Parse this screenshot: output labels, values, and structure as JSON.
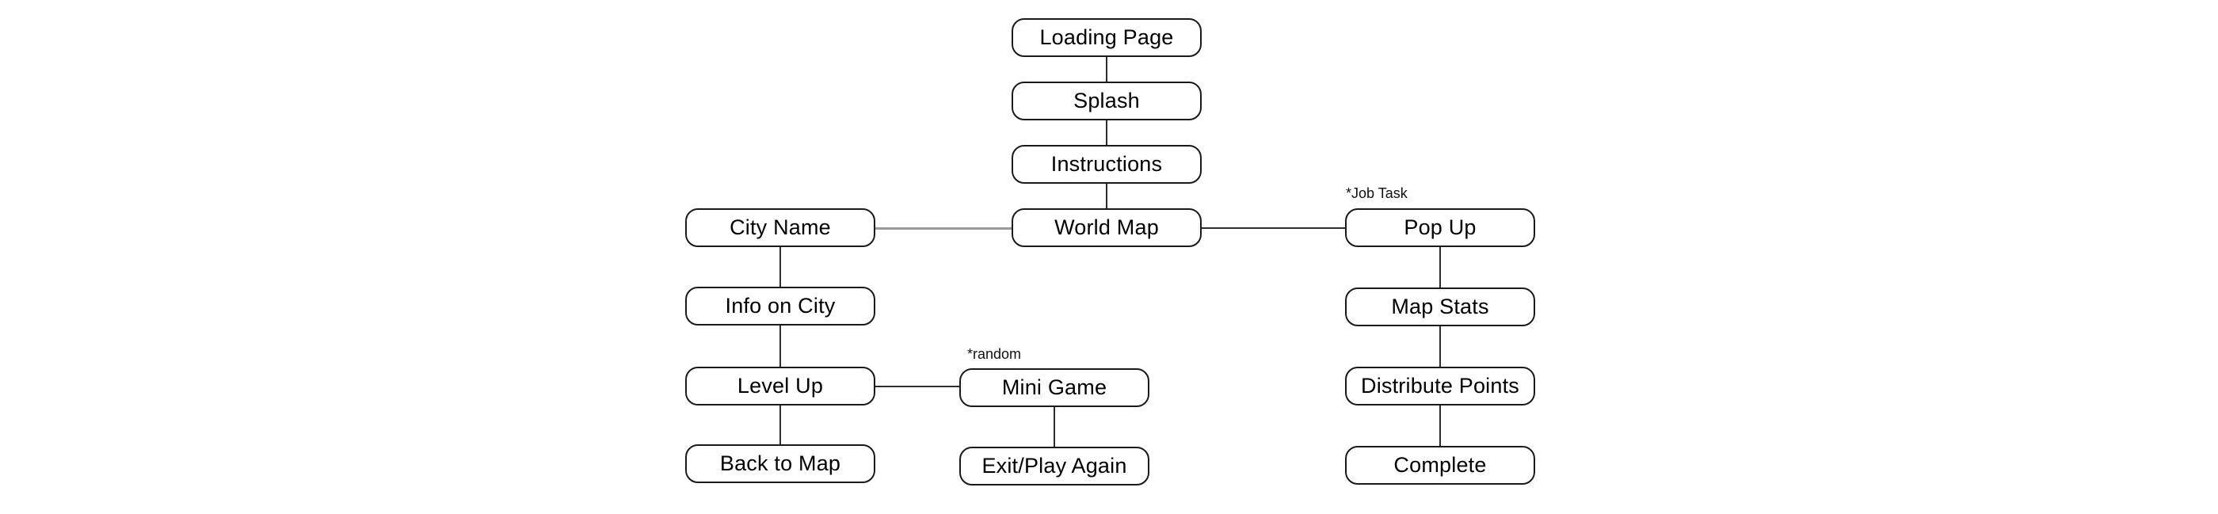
{
  "diagram": {
    "type": "flowchart",
    "colors": {
      "background": "#ffffff",
      "node_fill": "#ffffff",
      "node_border": "#1a1a1a",
      "node_text": "#000000",
      "connector": "#2e2e2e",
      "connector_light": "#999999"
    },
    "nodes": {
      "loading_page": {
        "label": "Loading Page"
      },
      "splash": {
        "label": "Splash"
      },
      "instructions": {
        "label": "Instructions"
      },
      "world_map": {
        "label": "World Map"
      },
      "city_name": {
        "label": "City Name"
      },
      "info_on_city": {
        "label": "Info on City"
      },
      "level_up": {
        "label": "Level Up"
      },
      "back_to_map": {
        "label": "Back to Map"
      },
      "mini_game": {
        "label": "Mini Game"
      },
      "exit_play_again": {
        "label": "Exit/Play Again"
      },
      "pop_up": {
        "label": "Pop Up"
      },
      "map_stats": {
        "label": "Map Stats"
      },
      "distribute_points": {
        "label": "Distribute Points"
      },
      "complete": {
        "label": "Complete"
      }
    },
    "annotations": {
      "job_task": {
        "label": "*Job Task"
      },
      "random": {
        "label": "*random"
      }
    },
    "edges": [
      "Loading Page - Splash",
      "Splash - Instructions",
      "Instructions - World Map",
      "City Name - World Map",
      "World Map - Pop Up",
      "City Name - Info on City",
      "Info on City - Level Up",
      "Level Up - Back to Map",
      "Level Up - Mini Game",
      "Mini Game - Exit/Play Again",
      "Pop Up - Map Stats",
      "Map Stats - Distribute Points",
      "Distribute Points - Complete"
    ]
  }
}
